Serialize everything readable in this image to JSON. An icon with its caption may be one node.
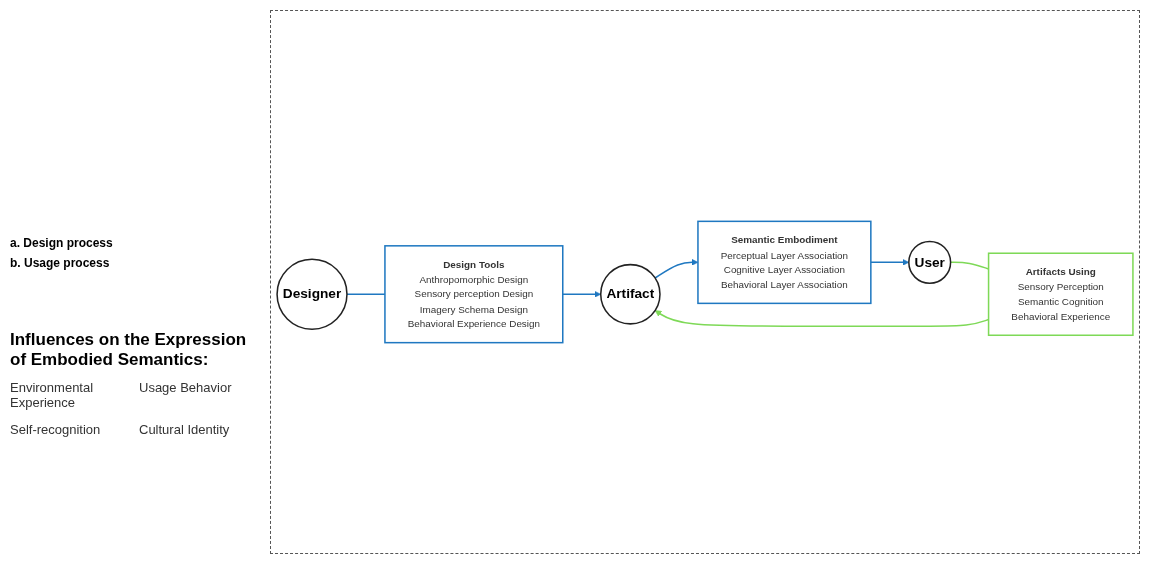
{
  "diagram": {
    "nodes": [
      {
        "text": [
          "Design Tools",
          "Anthropomorphic Design",
          "Sensory perception Design",
          "Imagery Schema Design",
          "Behavioral Experience Design"
        ]
      },
      {
        "text": [
          "Semantic Embodiment",
          "Perceptual Layer Association",
          "Cognitive Layer Association",
          "Behavioral Layer Association"
        ]
      },
      {
        "text": [
          "Designer"
        ]
      },
      {
        "text": [
          "Artifact"
        ]
      },
      {
        "text": [
          "User"
        ]
      },
      {
        "text": [
          "Artifacts Using",
          "Sensory Perception",
          "Semantic Cognition",
          "Behavioral Experience"
        ]
      }
    ],
    "edges": [
      {
        "from": 2,
        "to": 0,
        "arrow": "none",
        "color": "#1f78c1"
      },
      {
        "from": 0,
        "to": 3,
        "arrow": "to",
        "color": "#1f78c1"
      },
      {
        "from": 3,
        "to": 1,
        "arrow": "to",
        "color": "#1f78c1"
      },
      {
        "from": 1,
        "to": 4,
        "arrow": "to",
        "color": "#1f78c1"
      },
      {
        "from": 4,
        "to": 5,
        "arrow": "none",
        "color": "#7ed957"
      },
      {
        "from": 5,
        "to": 3,
        "arrow": "to",
        "color": "#7ed957"
      }
    ],
    "labels": [
      "a. Design process",
      "b. Usage process",
      "Influences on the Expression of Embodied Semantics:",
      "Environmental Experience",
      "Usage Behavior",
      "Self-recognition",
      "Cultural Identity"
    ]
  }
}
